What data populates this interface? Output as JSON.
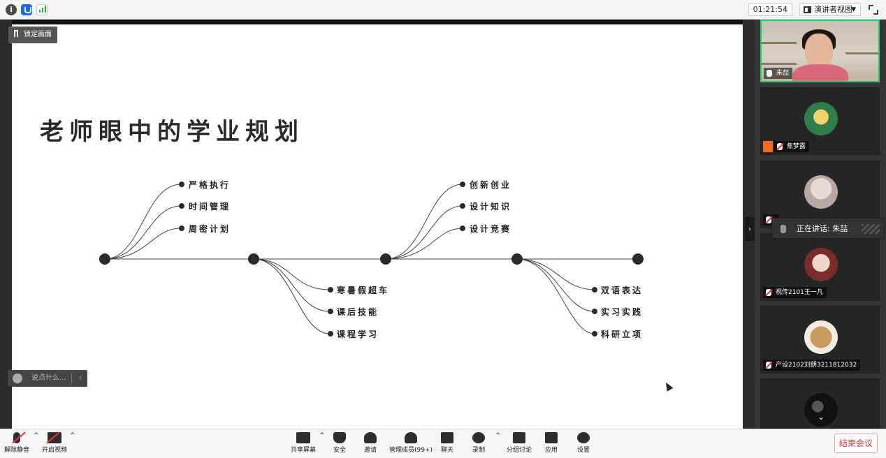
{
  "topbar": {
    "timer": "01:21:54",
    "presenter_view_label": "演讲者视图",
    "info_icon": "i"
  },
  "slide": {
    "lock_label": "锁定画面",
    "title": "老师眼中的学业规划",
    "nodes_top_group1": [
      "严格执行",
      "时间管理",
      "周密计划"
    ],
    "nodes_bottom_group1": [
      "寒暑假超车",
      "课后技能",
      "课程学习"
    ],
    "nodes_top_group2": [
      "创新创业",
      "设计知识",
      "设计竞赛"
    ],
    "nodes_bottom_group2": [
      "双语表达",
      "实习实践",
      "科研立项"
    ],
    "chat_placeholder": "说点什么..."
  },
  "sidebar": {
    "participants": [
      {
        "name": "朱喆",
        "muted": false
      },
      {
        "name": "焦梦露",
        "muted": true
      },
      {
        "name": "",
        "muted": true
      },
      {
        "name": "视传2101王一凡",
        "muted": true
      },
      {
        "name": "产设2102刘朗3211812032",
        "muted": true
      }
    ],
    "speaking_toast": "正在讲话: 朱喆"
  },
  "toolbar": {
    "unmute": "解除静音",
    "start_video": "开启视频",
    "share_screen": "共享屏幕",
    "security": "安全",
    "invite": "邀请",
    "manage_members": "管理成员(99+)",
    "chat": "聊天",
    "record": "录制",
    "breakout": "分组讨论",
    "apps": "应用",
    "settings": "设置",
    "end_meeting": "结束会议"
  },
  "colors": {
    "active_speaker_border": "#28c76f",
    "end_meeting_red": "#e03a3a",
    "host_badge": "#f36c21"
  }
}
